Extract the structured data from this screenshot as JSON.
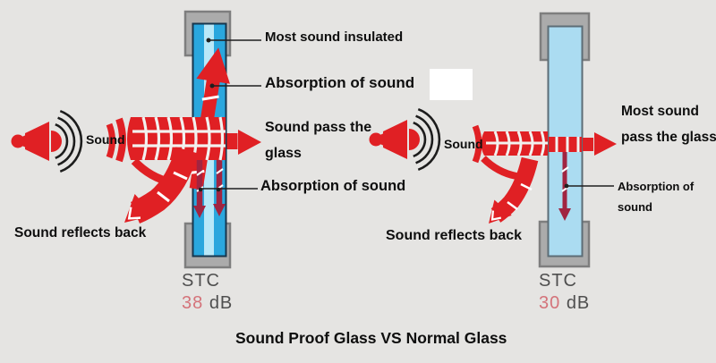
{
  "title": "Sound Proof Glass VS Normal Glass",
  "colors": {
    "background": "#e5e4e2",
    "red": "#e02024",
    "dark_red": "#a12441",
    "glass_pane_blue": "#2aa7de",
    "glass_center": "#b9e8f8",
    "glass_single": "#abdcf1",
    "frame_fill": "#ababab",
    "frame_border": "#7e7e7e",
    "glass_outline_left": "#17364d",
    "glass_outline_right": "#5d6d76",
    "text": "#0e0e0e",
    "stc_gray": "#4f4f4f",
    "stc_red": "#d4737a",
    "pointer": "#1f1f1f",
    "stripe": "#f2f1ef"
  },
  "left": {
    "sound_label": "Sound",
    "labels": {
      "most_insulated": "Most sound insulated",
      "absorption_top": "Absorption of sound",
      "pass_line1": "Sound pass the",
      "pass_line2": "glass",
      "absorption_bottom": "Absorption of sound",
      "reflects": "Sound reflects back"
    },
    "stc": {
      "label": "STC",
      "value": "38",
      "unit": "dB"
    }
  },
  "right": {
    "sound_label": "Sound",
    "labels": {
      "most_pass_line1": "Most sound",
      "most_pass_line2": "pass the glass",
      "absorption_line1": "Absorption of",
      "absorption_line2": "sound",
      "reflects": "Sound reflects back"
    },
    "stc": {
      "label": "STC",
      "value": "30",
      "unit": "dB"
    }
  }
}
